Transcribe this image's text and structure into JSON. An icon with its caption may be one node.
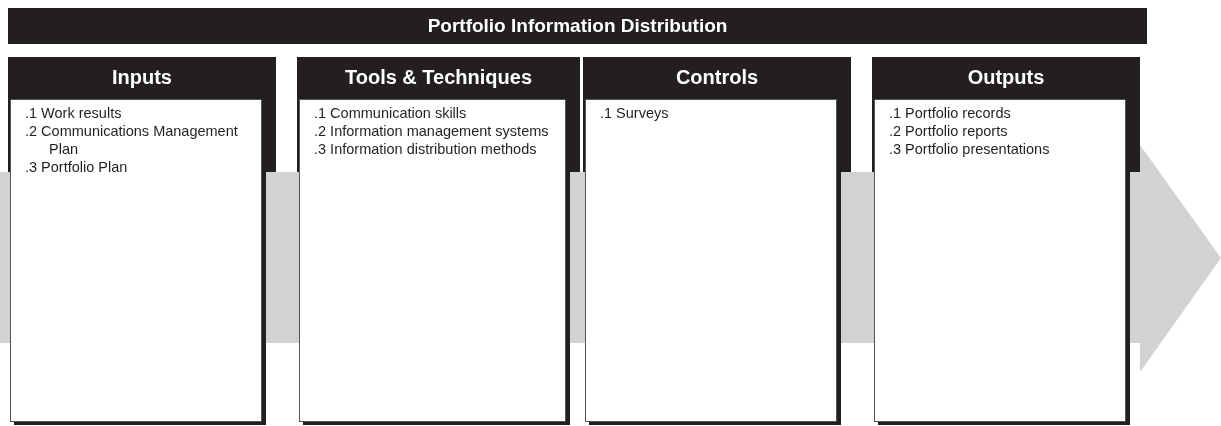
{
  "diagram": {
    "nodes": [
      {
        "text": [
          "Portfolio Information Distribution"
        ]
      },
      {
        "text": [
          "Inputs",
          ".1 Work results",
          ".2 Communications Management Plan",
          ".3 Portfolio Plan"
        ]
      },
      {
        "text": [
          "Tools & Techniques",
          ".1 Communication skills",
          ".2 Information management systems",
          ".3 Information distribution methods"
        ]
      },
      {
        "text": [
          "Controls",
          ".1 Surveys"
        ]
      },
      {
        "text": [
          "Outputs",
          ".1 Portfolio records",
          ".2 Portfolio reports",
          ".3 Portfolio presentations"
        ]
      }
    ]
  }
}
